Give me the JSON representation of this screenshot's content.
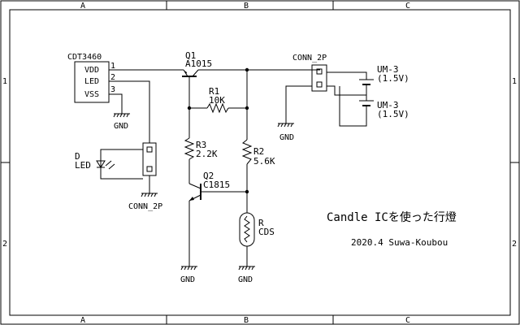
{
  "frame": {
    "cols": [
      "A",
      "B",
      "C"
    ],
    "rows": [
      "1",
      "2"
    ]
  },
  "components": {
    "ic": {
      "name": "CDT3460",
      "pins": [
        "VDD",
        "LED",
        "VSS"
      ],
      "pin_numbers": [
        "1",
        "2",
        "3"
      ]
    },
    "q1": {
      "ref": "Q1",
      "value": "A1015"
    },
    "q2": {
      "ref": "Q2",
      "value": "C1815"
    },
    "r1": {
      "ref": "R1",
      "value": "10K"
    },
    "r2": {
      "ref": "R2",
      "value": "5.6K"
    },
    "r3": {
      "ref": "R3",
      "value": "2.2K"
    },
    "r_cds": {
      "ref": "R",
      "value": "CDS"
    },
    "led": {
      "ref": "D",
      "value": "LED"
    },
    "conn_top": {
      "name": "CONN_2P"
    },
    "conn_led": {
      "name": "CONN_2P"
    },
    "bat1": {
      "name": "UM-3",
      "value": "(1.5V)"
    },
    "bat2": {
      "name": "UM-3",
      "value": "(1.5V)"
    }
  },
  "gnd_label": "GND",
  "title": "Candle ICを使った行燈",
  "credit": "2020.4 Suwa-Koubou"
}
